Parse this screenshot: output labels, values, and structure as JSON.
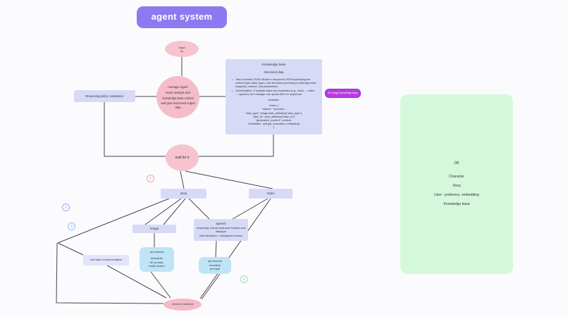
{
  "title": "agent system",
  "nodes": {
    "input": {
      "line1": "Input",
      "line2": "I/o"
    },
    "manager": {
      "lines": [
        "manager agent",
        "intent analysis and",
        "knowledge base retrival",
        "and give structured output data"
      ]
    },
    "reasoning_policy": "Reasoning policy compliance",
    "knowledge_base": {
      "title": "Knowledge base",
      "subtitle": "structured data",
      "bullets": [
        "Task-Oriented JSON: Builds a structured JSON specifying the content type (task_type), role directives (including knowledge-base snippets), context, and parameters.",
        "Orchestration: If multiple tasks are requested (e.g., story → video → speech), the manager can queue them in sequence."
      ],
      "example_label": "example:",
      "code_lines": [
        "return {",
        "\"status\": \"success\",",
        "\"task_type\": image  task_definition[\"task_type\"],",
        "\"task_id\": task_definition[\"task_id\"],",
        "\"generated_content\": content,",
        "\"metadata\": self.get_execution_metadata()",
        "}"
      ]
    },
    "kb_tag": "3D image knowledge base",
    "wait": "wait for it",
    "story": "story",
    "video": "Video",
    "image": "Image",
    "speech": {
      "title": "Speech",
      "reasoning": "reasoning: extract character feature and dialogue",
      "add": "Add narratator + background music"
    },
    "next_step": "next step recommendation",
    "api_schema_image": {
      "lines": [
        "api schema",
        "includeds",
        "SD prompt,",
        "model choice,"
      ]
    },
    "api_schema_speech": {
      "lines": [
        "api schema",
        "includeds",
        "prompts"
      ]
    },
    "return_node": "return to frontend"
  },
  "badges": {
    "one": "1",
    "two": "2",
    "three": "3",
    "four": "4"
  },
  "db_panel": {
    "items": [
      "DB",
      "Character",
      "Story",
      "User - preferece, embedding",
      "Knowledge base"
    ]
  },
  "colors": {
    "title_bg": "#8b7af0",
    "lavender_node": "#d7daf7",
    "pink_node": "#f6c3ce",
    "cyan_node": "#bfe4f6",
    "green_panel": "#d6f8da",
    "magenta_tag": "#bb3be2",
    "connector": "#46464e"
  }
}
